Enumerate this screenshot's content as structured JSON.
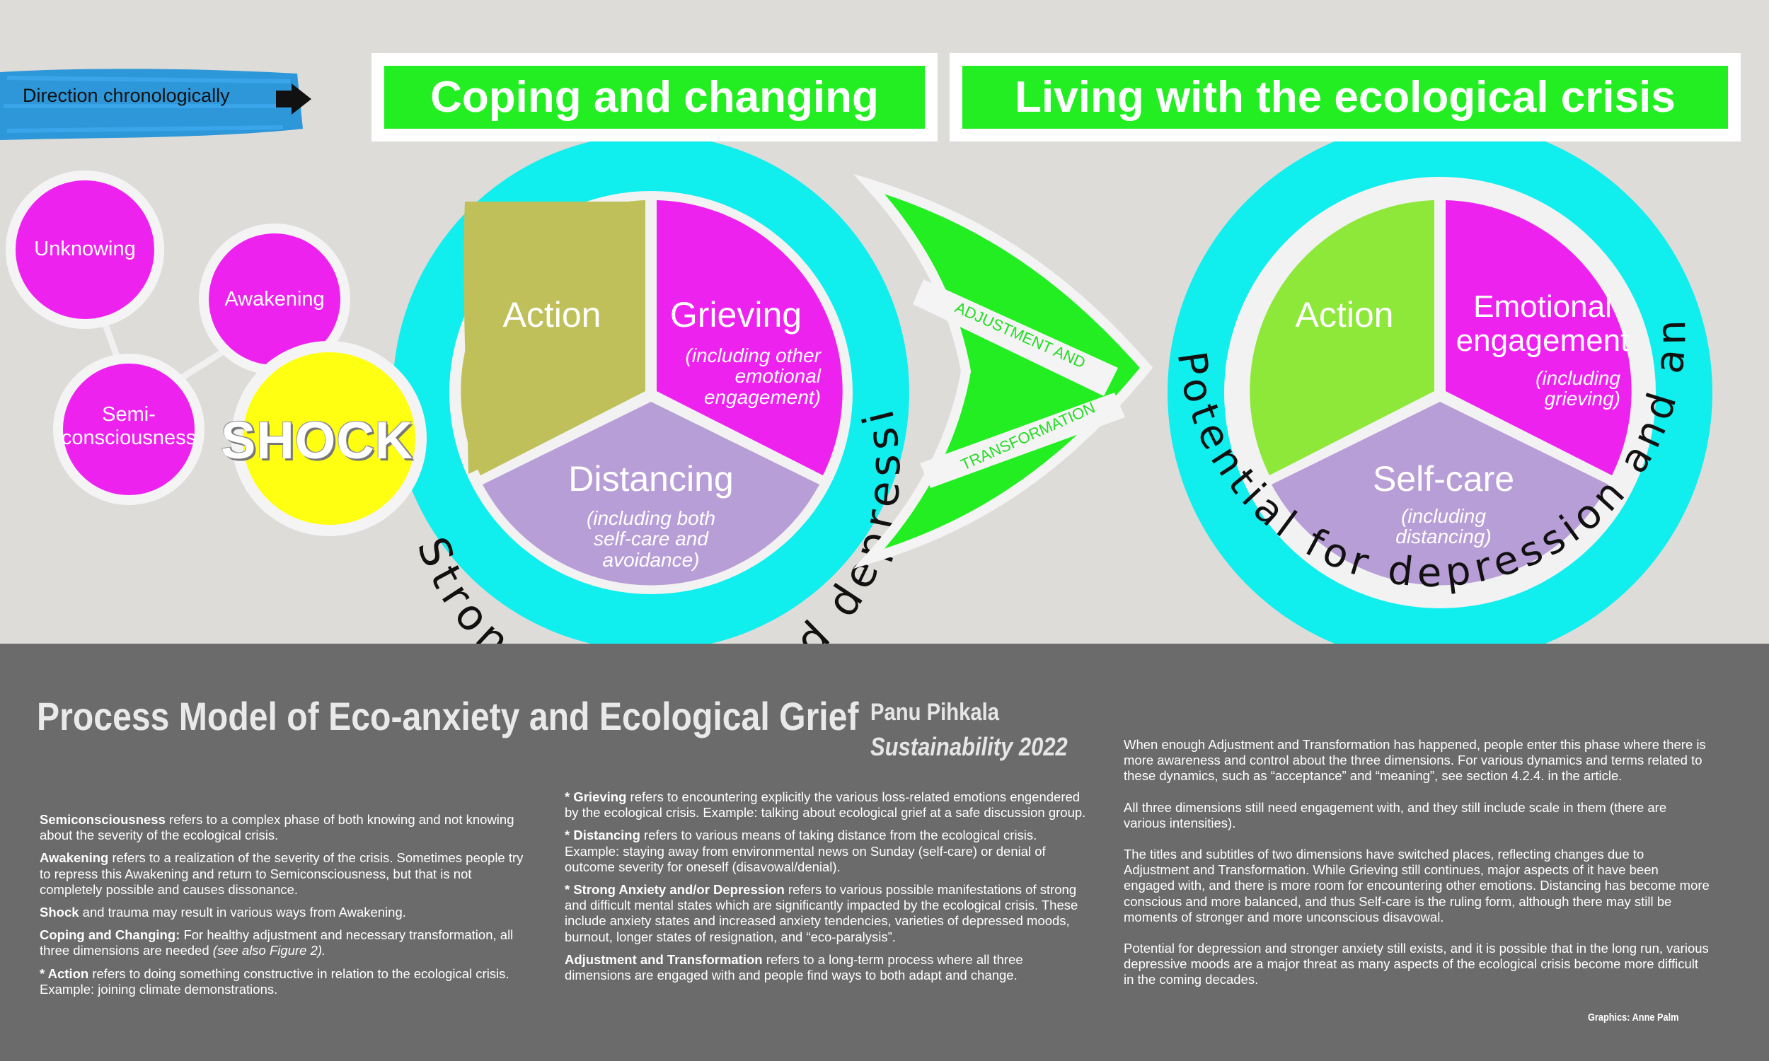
{
  "direction": {
    "label": "Direction chronologically"
  },
  "banners": {
    "coping": "Coping and changing",
    "living": "Living with the ecological crisis"
  },
  "phases": {
    "unknowing": "Unknowing",
    "awakening": "Awakening",
    "semi_line1": "Semi-",
    "semi_line2": "consciousness",
    "shock": "SHOCK"
  },
  "left_wheel": {
    "action": "Action",
    "grieving": "Grieving",
    "grieving_sub1": "(including other",
    "grieving_sub2": "emotional",
    "grieving_sub3": "engagement)",
    "distancing": "Distancing",
    "distancing_sub1": "(including both",
    "distancing_sub2": "self-care and",
    "distancing_sub3": "avoidance)",
    "ring_text": "Strong anxiety and depression"
  },
  "arrow": {
    "line1": "ADJUSTMENT AND",
    "line2": "TRANSFORMATION"
  },
  "right_wheel": {
    "action": "Action",
    "emo1": "Emotional",
    "emo2": "engagement",
    "emo_sub1": "(including",
    "emo_sub2": "grieving)",
    "selfcare": "Self-care",
    "selfcare_sub1": "(including",
    "selfcare_sub2": "distancing)",
    "ring_text": "Potential for depression and anxiety"
  },
  "colors": {
    "magenta": "#ee22ee",
    "yellow": "#ffff11",
    "cyan": "#11eeee",
    "olive": "#c0c05a",
    "lavender": "#b89ed6",
    "green": "#8ee83a",
    "banner_green": "#22ee22",
    "blue_stroke": "#1a8fd8"
  },
  "footer": {
    "title": "Process Model of Eco-anxiety and Ecological Grief",
    "author": "Panu Pihkala",
    "journal": "Sustainability 2022",
    "credit": "Graphics: Anne Palm",
    "col1": [
      {
        "b": "Semiconsciousness",
        "t": " refers to a complex phase of both knowing and not knowing about the severity of the ecological crisis."
      },
      {
        "b": "Awakening",
        "t": " refers to a realization of the severity of the crisis. Sometimes people try to repress this Awakening and return to Semiconsciousness, but that is not completely possible and causes dissonance."
      },
      {
        "b": "Shock",
        "t": " and trauma may result in various ways from Awakening."
      },
      {
        "b": "Coping and Changing:",
        "t": " For healthy adjustment and necessary transformation, all three dimensions are needed ",
        "i": "(see also Figure 2)."
      },
      {
        "b": "* Action",
        "t": " refers to doing something constructive in relation to the ecological crisis. Example: joining climate demonstrations."
      }
    ],
    "col2": [
      {
        "b": "* Grieving",
        "t": " refers to encountering explicitly the various loss-related emotions engendered by the ecological crisis. Example: talking about ecological grief at a safe discussion group."
      },
      {
        "b": "* Distancing",
        "t": " refers to various means of taking distance from the ecological crisis. Example: staying away from environmental news on Sunday (self-care) or denial of outcome severity for oneself (disavowal/denial)."
      },
      {
        "b": "* Strong Anxiety and/or Depression",
        "t": " refers to various possible manifestations of strong and difficult mental states which are significantly impacted by the ecological crisis. These include anxiety states and increased anxiety tendencies, varieties of depressed moods, burnout, longer states of resignation, and “eco-paralysis”."
      },
      {
        "b": "Adjustment and Transformation",
        "t": " refers to a long-term process where all three dimensions are engaged with and people find ways to both adapt and change."
      }
    ],
    "col3": [
      "When enough Adjustment and Transformation has happened, people enter this phase where there is more awareness and control about the three dimensions. For various dynamics and terms related to these dynamics, such as “acceptance” and “meaning”, see section 4.2.4. in the article.",
      "All three dimensions still need engagement with, and they still include scale in them (there are various intensities).",
      "The titles and subtitles of two dimensions have switched places, reflecting changes due to Adjustment and Transformation. While Grieving still continues, major aspects of it have been engaged with, and there is more room for encountering other emotions. Distancing has become more conscious and more balanced, and thus Self-care is the ruling form, although there may still be moments of stronger and more unconscious disavowal.",
      "Potential for depression and stronger anxiety still exists, and it is possible that in the long run, various depressive moods are a major threat as many aspects of the ecological crisis become more difficult in the coming decades."
    ]
  }
}
